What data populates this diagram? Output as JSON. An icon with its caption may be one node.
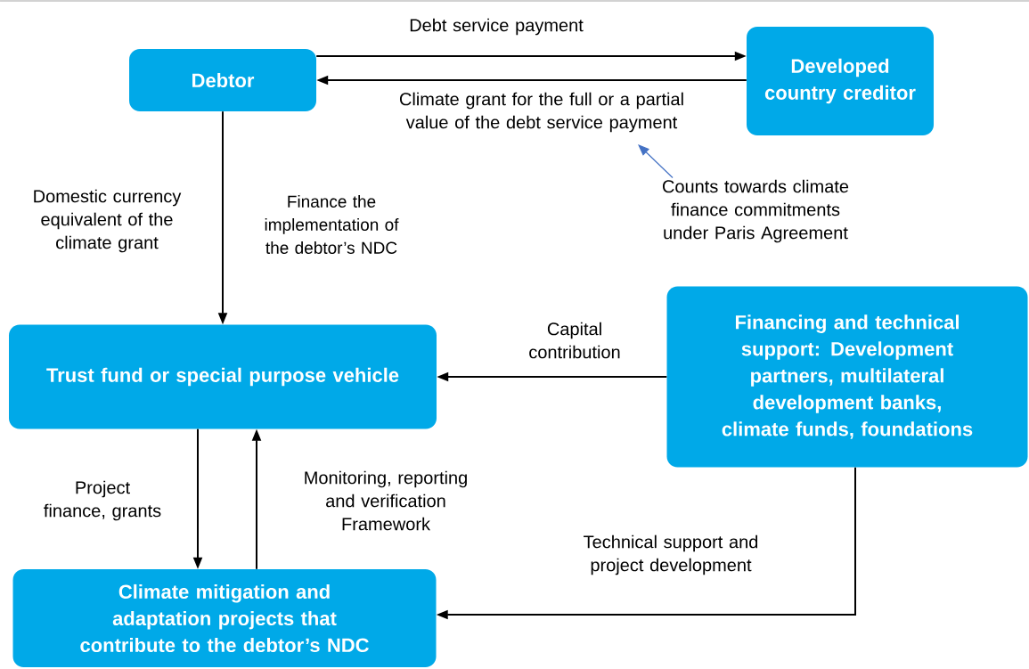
{
  "diagram": {
    "nodes": [
      {
        "text": [
          "Debtor"
        ]
      },
      {
        "text": [
          "Developed country creditor"
        ]
      },
      {
        "text": [
          "Trust fund or special purpose vehicle"
        ]
      },
      {
        "text": [
          "Financing and technical support: Development partners, multilateral development banks, climate funds, foundations"
        ]
      },
      {
        "text": [
          "Climate mitigation and adaptation projects that contribute to the debtor’s NDC"
        ]
      },
      {
        "text": [
          "Counts towards climate finance commitments under Paris Agreement"
        ]
      }
    ],
    "edges": [
      {
        "from": 0,
        "to": 1,
        "arrow": "to",
        "label": "Debt service payment"
      },
      {
        "from": 1,
        "to": 0,
        "arrow": "to",
        "label": "Climate grant for the full or a partial value of the debt service payment"
      },
      {
        "from": 0,
        "to": 2,
        "arrow": "to",
        "label": "Domestic currency equivalent of the climate grant"
      },
      {
        "from": 3,
        "to": 2,
        "arrow": "to",
        "label": "Capital contribution"
      },
      {
        "from": 2,
        "to": 4,
        "arrow": "to",
        "label": "Project finance, grants"
      },
      {
        "from": 4,
        "to": 2,
        "arrow": "to",
        "label": "Monitoring, reporting and verification Framework"
      },
      {
        "from": 3,
        "to": 4,
        "arrow": "to",
        "label": "Technical support and project development"
      },
      {
        "from": 5,
        "to": null,
        "arrow": "to",
        "color": "#4472c4"
      }
    ],
    "labels": [
      "Finance the implementation of the debtor’s NDC"
    ]
  }
}
